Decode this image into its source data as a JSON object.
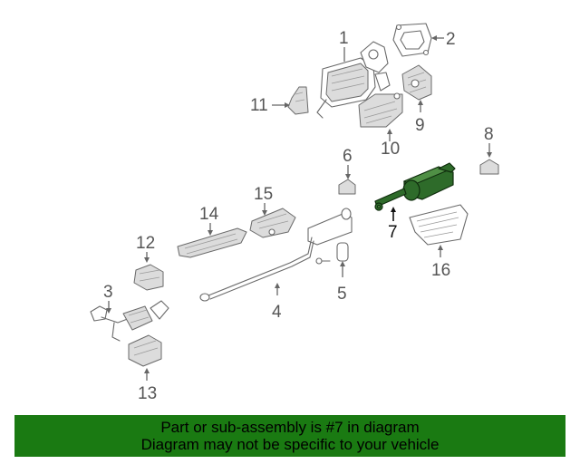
{
  "diagram": {
    "callouts": [
      "1",
      "2",
      "3",
      "4",
      "5",
      "6",
      "7",
      "8",
      "9",
      "10",
      "11",
      "12",
      "13",
      "14",
      "15",
      "16"
    ],
    "highlighted_part": "7",
    "highlight_color": "#2e6b2a"
  },
  "banner": {
    "line1": "Part or sub-assembly is #7 in diagram",
    "line2": "Diagram may not be specific to your vehicle",
    "background_color": "#1a7a12"
  }
}
